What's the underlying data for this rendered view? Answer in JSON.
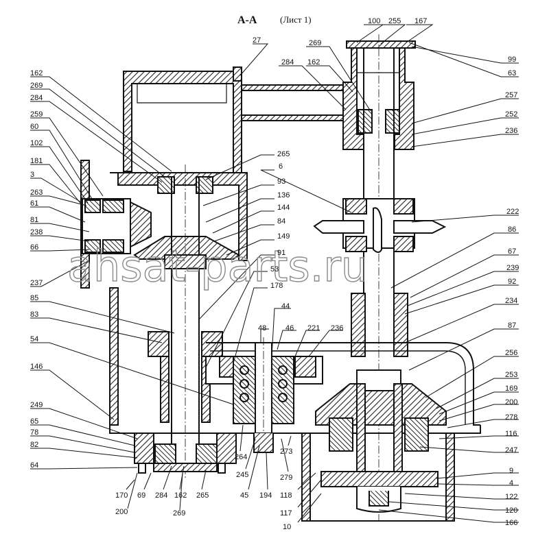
{
  "title": {
    "section": "А-А",
    "sheet": "(Лист 1)"
  },
  "watermark": "ahsat-parts.ru",
  "colors": {
    "line": "#111111",
    "hatch": "#222222",
    "watermark": "#8a8a8a"
  },
  "labels": {
    "l27": "27",
    "l100": "100",
    "l255": "255",
    "l167": "167",
    "l99": "99",
    "l63": "63",
    "l269a": "269",
    "l284a": "284",
    "l162a": "162",
    "l257": "257",
    "l252": "252",
    "l236a": "236",
    "l162b": "162",
    "l269b": "269",
    "l284b": "284",
    "l259": "259",
    "l60": "60",
    "l102": "102",
    "l181": "181",
    "l3": "3",
    "l263": "263",
    "l61": "61",
    "l81": "81",
    "l238": "238",
    "l66": "66",
    "l237": "237",
    "l85": "85",
    "l83": "83",
    "l54": "54",
    "l146": "146",
    "l249": "249",
    "l65": "65",
    "l78": "78",
    "l82": "82",
    "l64": "64",
    "l265a": "265",
    "l6": "6",
    "l93": "93",
    "l136": "136",
    "l144": "144",
    "l84": "84",
    "l149": "149",
    "l91": "91",
    "l53": "53",
    "l178": "178",
    "l44": "44",
    "l48": "48",
    "l46": "46",
    "l221": "221",
    "l236b": "236",
    "l222": "222",
    "l86": "86",
    "l67": "67",
    "l239": "239",
    "l92": "92",
    "l234": "234",
    "l87": "87",
    "l256": "256",
    "l253": "253",
    "l169": "169",
    "l200a": "200",
    "l278": "278",
    "l116": "116",
    "l247": "247",
    "l9": "9",
    "l4": "4",
    "l122": "122",
    "l120": "120",
    "l166": "166",
    "l170": "170",
    "l69": "69",
    "l284c": "284",
    "l162c": "162",
    "l265b": "265",
    "l200b": "200",
    "l269c": "269",
    "l264": "264",
    "l245": "245",
    "l45": "45",
    "l194": "194",
    "l273": "273",
    "l279": "279",
    "l118": "118",
    "l117": "117",
    "l10": "10"
  }
}
